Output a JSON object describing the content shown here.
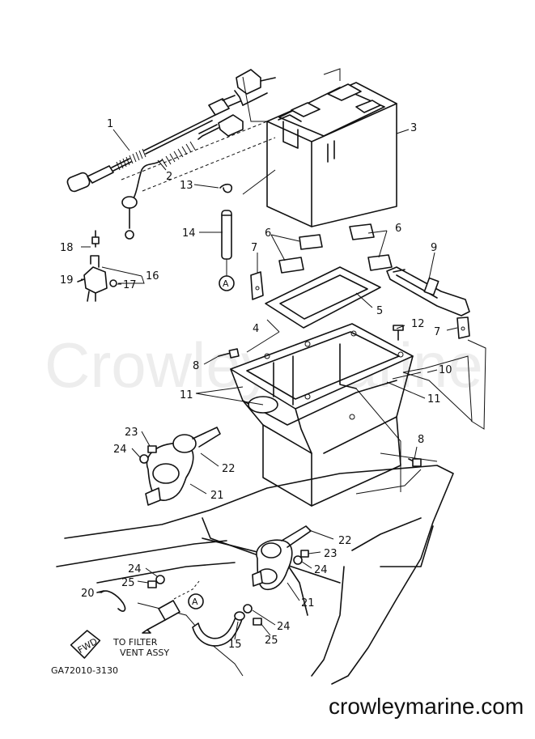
{
  "watermark": "Crowley Marine",
  "site_url": "crowleymarine.com",
  "drawing_code": "GA72010-3130",
  "fwd_label": "FWD",
  "note": {
    "line1": "TO FILTER",
    "line2": "VENT ASSY"
  },
  "ref_marker": "A",
  "callouts": {
    "c1": "1",
    "c2": "2",
    "c3": "3",
    "c4": "4",
    "c5": "5",
    "c6a": "6",
    "c6b": "6",
    "c7a": "7",
    "c7b": "7",
    "c8a": "8",
    "c8b": "8",
    "c9": "9",
    "c10": "10",
    "c11a": "11",
    "c11b": "11",
    "c12": "12",
    "c13": "13",
    "c14": "14",
    "c15": "15",
    "c16": "16",
    "c17": "17",
    "c18": "18",
    "c19": "19",
    "c20": "20",
    "c21a": "21",
    "c21b": "21",
    "c22a": "22",
    "c22b": "22",
    "c23a": "23",
    "c23b": "23",
    "c24a": "24",
    "c24b": "24",
    "c24c": "24",
    "c24d": "24",
    "c25a": "25",
    "c25b": "25"
  }
}
